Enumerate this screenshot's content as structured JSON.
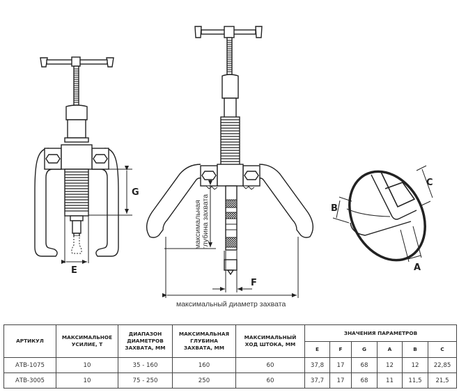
{
  "figure": {
    "left_view": {
      "dimension_labels": {
        "g": "G",
        "e": "E"
      }
    },
    "center_view": {
      "dimension_labels": {
        "f": "F"
      },
      "depth_caption": "максимальная глубина захвата",
      "diameter_caption": "максимальный диаметр захвата"
    },
    "detail_view": {
      "dimension_labels": {
        "a": "A",
        "b": "B",
        "c": "C"
      }
    }
  },
  "table": {
    "headers": {
      "article": "АРТИКУЛ",
      "force": [
        "МАКСИМАЛЬНОЕ",
        "УСИЛИЕ, Т"
      ],
      "range": [
        "ДИАПАЗОН",
        "ДИАМЕТРОВ",
        "ЗАХВАТА, ММ"
      ],
      "depth": [
        "МАКСИМАЛЬНАЯ",
        "ГЛУБИНА",
        "ЗАХВАТА, ММ"
      ],
      "stroke": [
        "МАКСИМАЛЬНЫЙ",
        "ХОД ШТОКА, ММ"
      ],
      "params": "ЗНАЧЕНИЯ ПАРАМЕТРОВ",
      "param_cols": [
        "E",
        "F",
        "G",
        "A",
        "B",
        "C"
      ]
    },
    "rows": [
      {
        "article": "АТВ-1075",
        "force": "10",
        "range": "35 - 160",
        "depth": "160",
        "stroke": "60",
        "params": [
          "37,8",
          "17",
          "68",
          "12",
          "12",
          "22,85"
        ]
      },
      {
        "article": "АТВ-3005",
        "force": "10",
        "range": "75 - 250",
        "depth": "250",
        "stroke": "60",
        "params": [
          "37,7",
          "17",
          "68",
          "11",
          "11,5",
          "21,5"
        ]
      }
    ]
  }
}
